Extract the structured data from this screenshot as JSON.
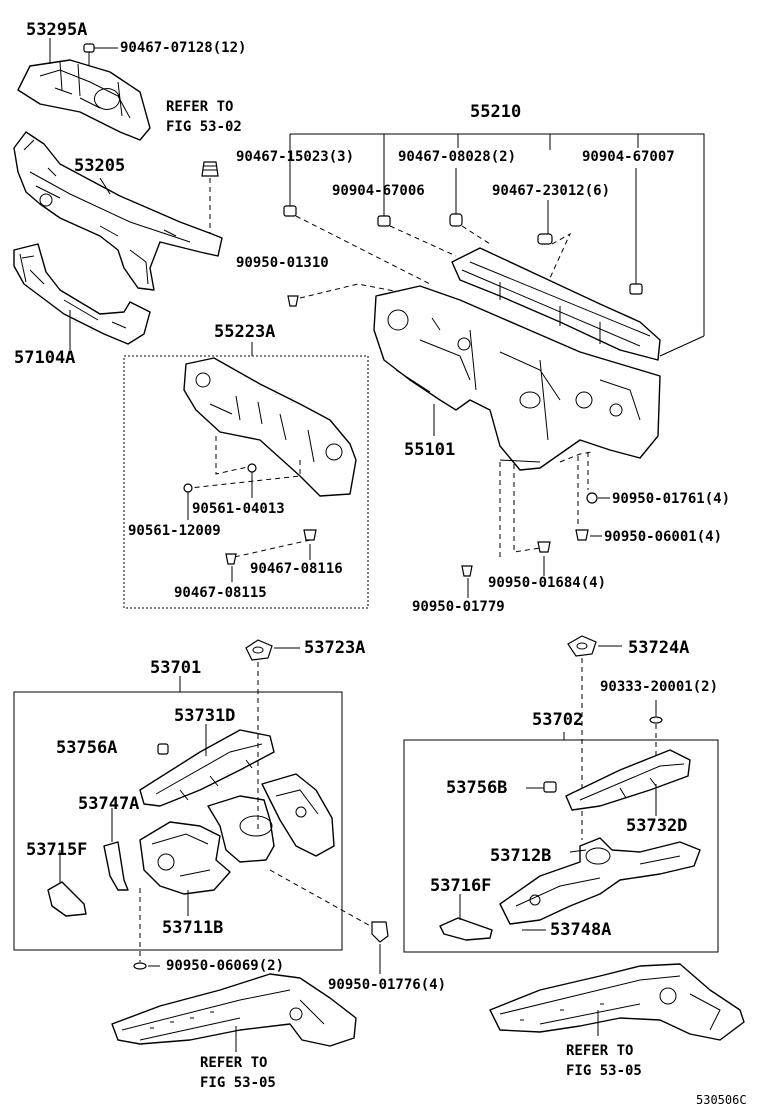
{
  "diagram": {
    "top": {
      "p53295A": "53295A",
      "clip90467_07128": "90467-07128(12)",
      "p53205": "53205",
      "p57104A": "57104A",
      "refer1": "REFER TO",
      "refer1fig": "FIG 53-02",
      "p55210": "55210",
      "f90467_15023": "90467-15023(3)",
      "f90467_08028": "90467-08028(2)",
      "f90904_67007": "90904-67007",
      "f90904_67006": "90904-67006",
      "f90467_23012": "90467-23012(6)",
      "f90950_01310": "90950-01310",
      "p55223A": "55223A",
      "p55101": "55101",
      "f90561_04013": "90561-04013",
      "f90561_12009": "90561-12009",
      "f90467_08116": "90467-08116",
      "f90467_08115": "90467-08115",
      "f90950_01761": "90950-01761(4)",
      "f90950_06001": "90950-06001(4)",
      "f90950_01684": "90950-01684(4)",
      "f90950_01779": "90950-01779"
    },
    "bottom": {
      "p53701": "53701",
      "p53723A": "53723A",
      "p53731D": "53731D",
      "p53756A": "53756A",
      "p53747A": "53747A",
      "p53715F": "53715F",
      "p53711B": "53711B",
      "f90950_06069": "90950-06069(2)",
      "f90950_01776": "90950-01776(4)",
      "refer2": "REFER TO",
      "refer2fig": "FIG 53-05",
      "p53724A": "53724A",
      "f90333_20001": "90333-20001(2)",
      "p53702": "53702",
      "p53756B": "53756B",
      "p53732D": "53732D",
      "p53712B": "53712B",
      "p53716F": "53716F",
      "p53748A": "53748A",
      "refer3": "REFER TO",
      "refer3fig": "FIG 53-05",
      "catalog_code": "530506C"
    }
  }
}
